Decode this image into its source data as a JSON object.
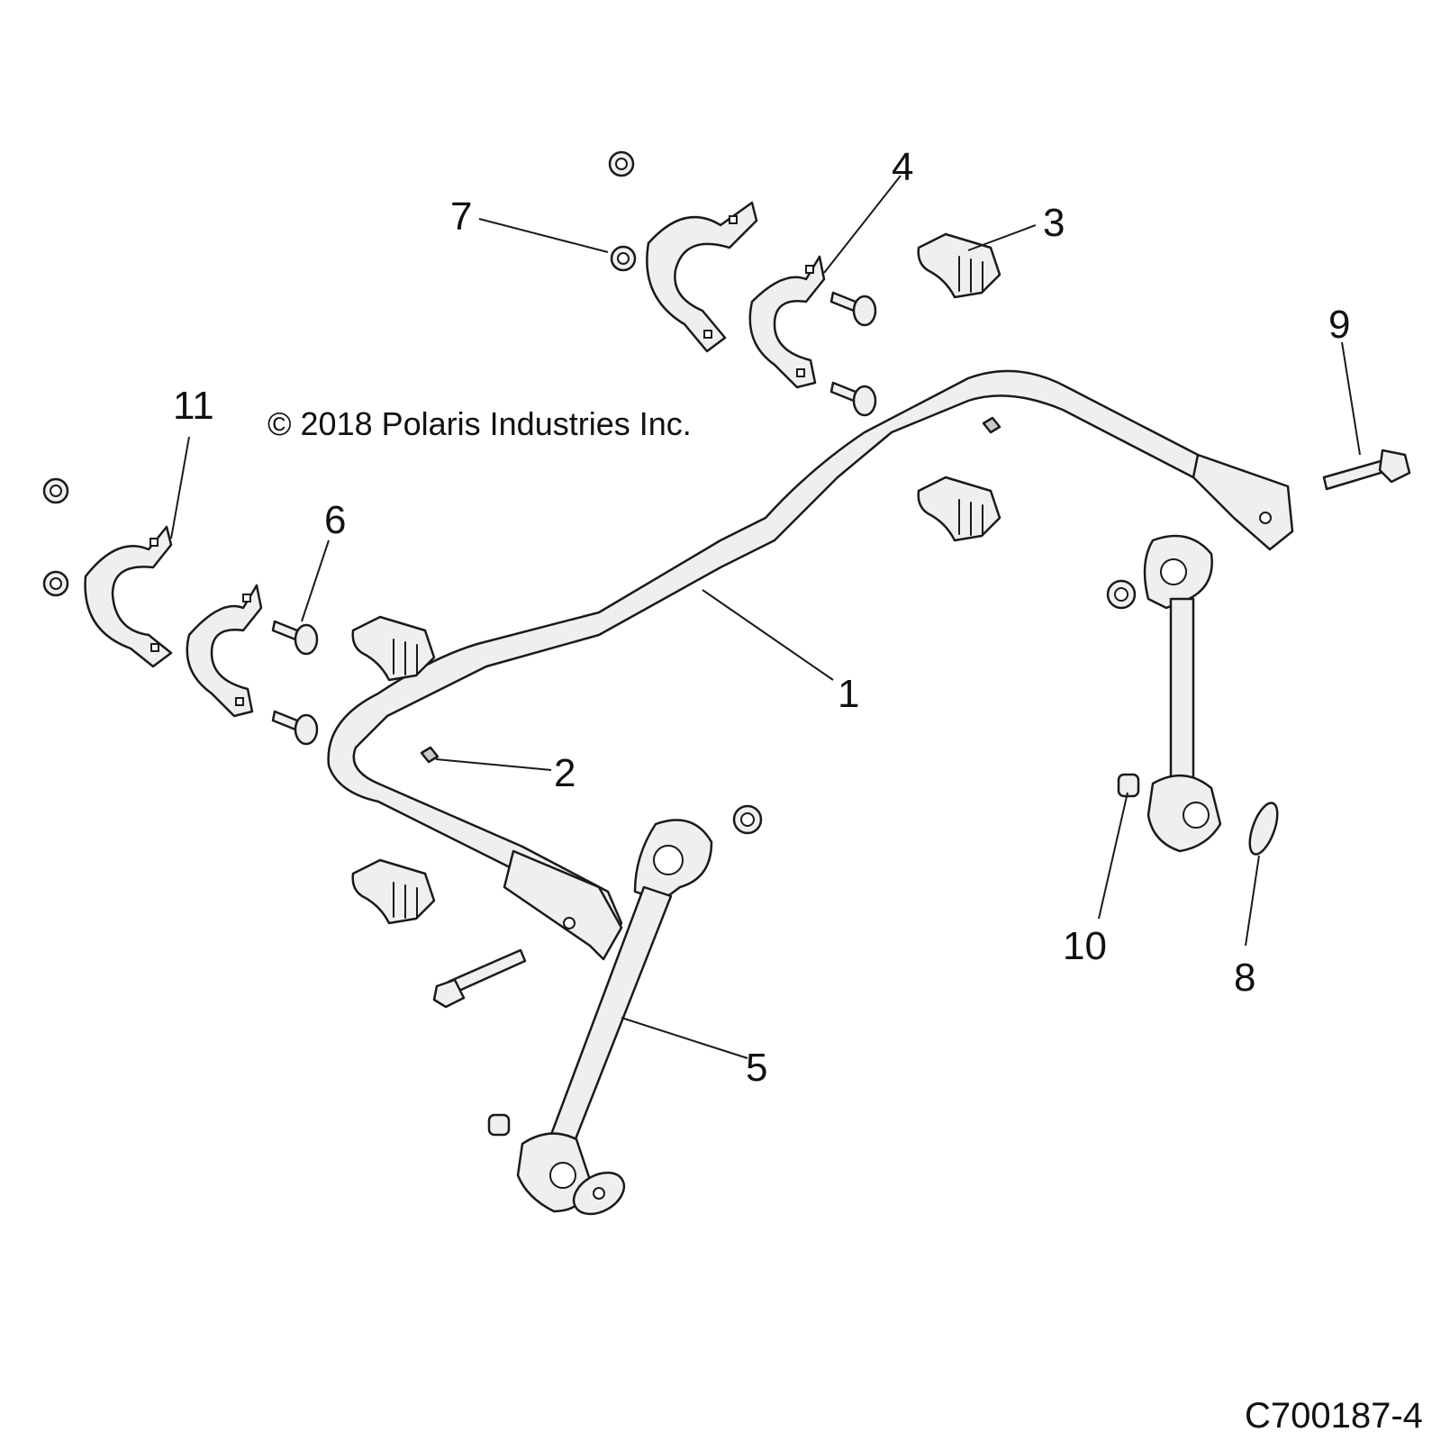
{
  "copyright": "© 2018 Polaris Industries Inc.",
  "figure_id": "C700187-4",
  "callouts": {
    "c1": "1",
    "c2": "2",
    "c3": "3",
    "c4": "4",
    "c5": "5",
    "c6": "6",
    "c7": "7",
    "c8": "8",
    "c9": "9",
    "c10": "10",
    "c11": "11"
  }
}
